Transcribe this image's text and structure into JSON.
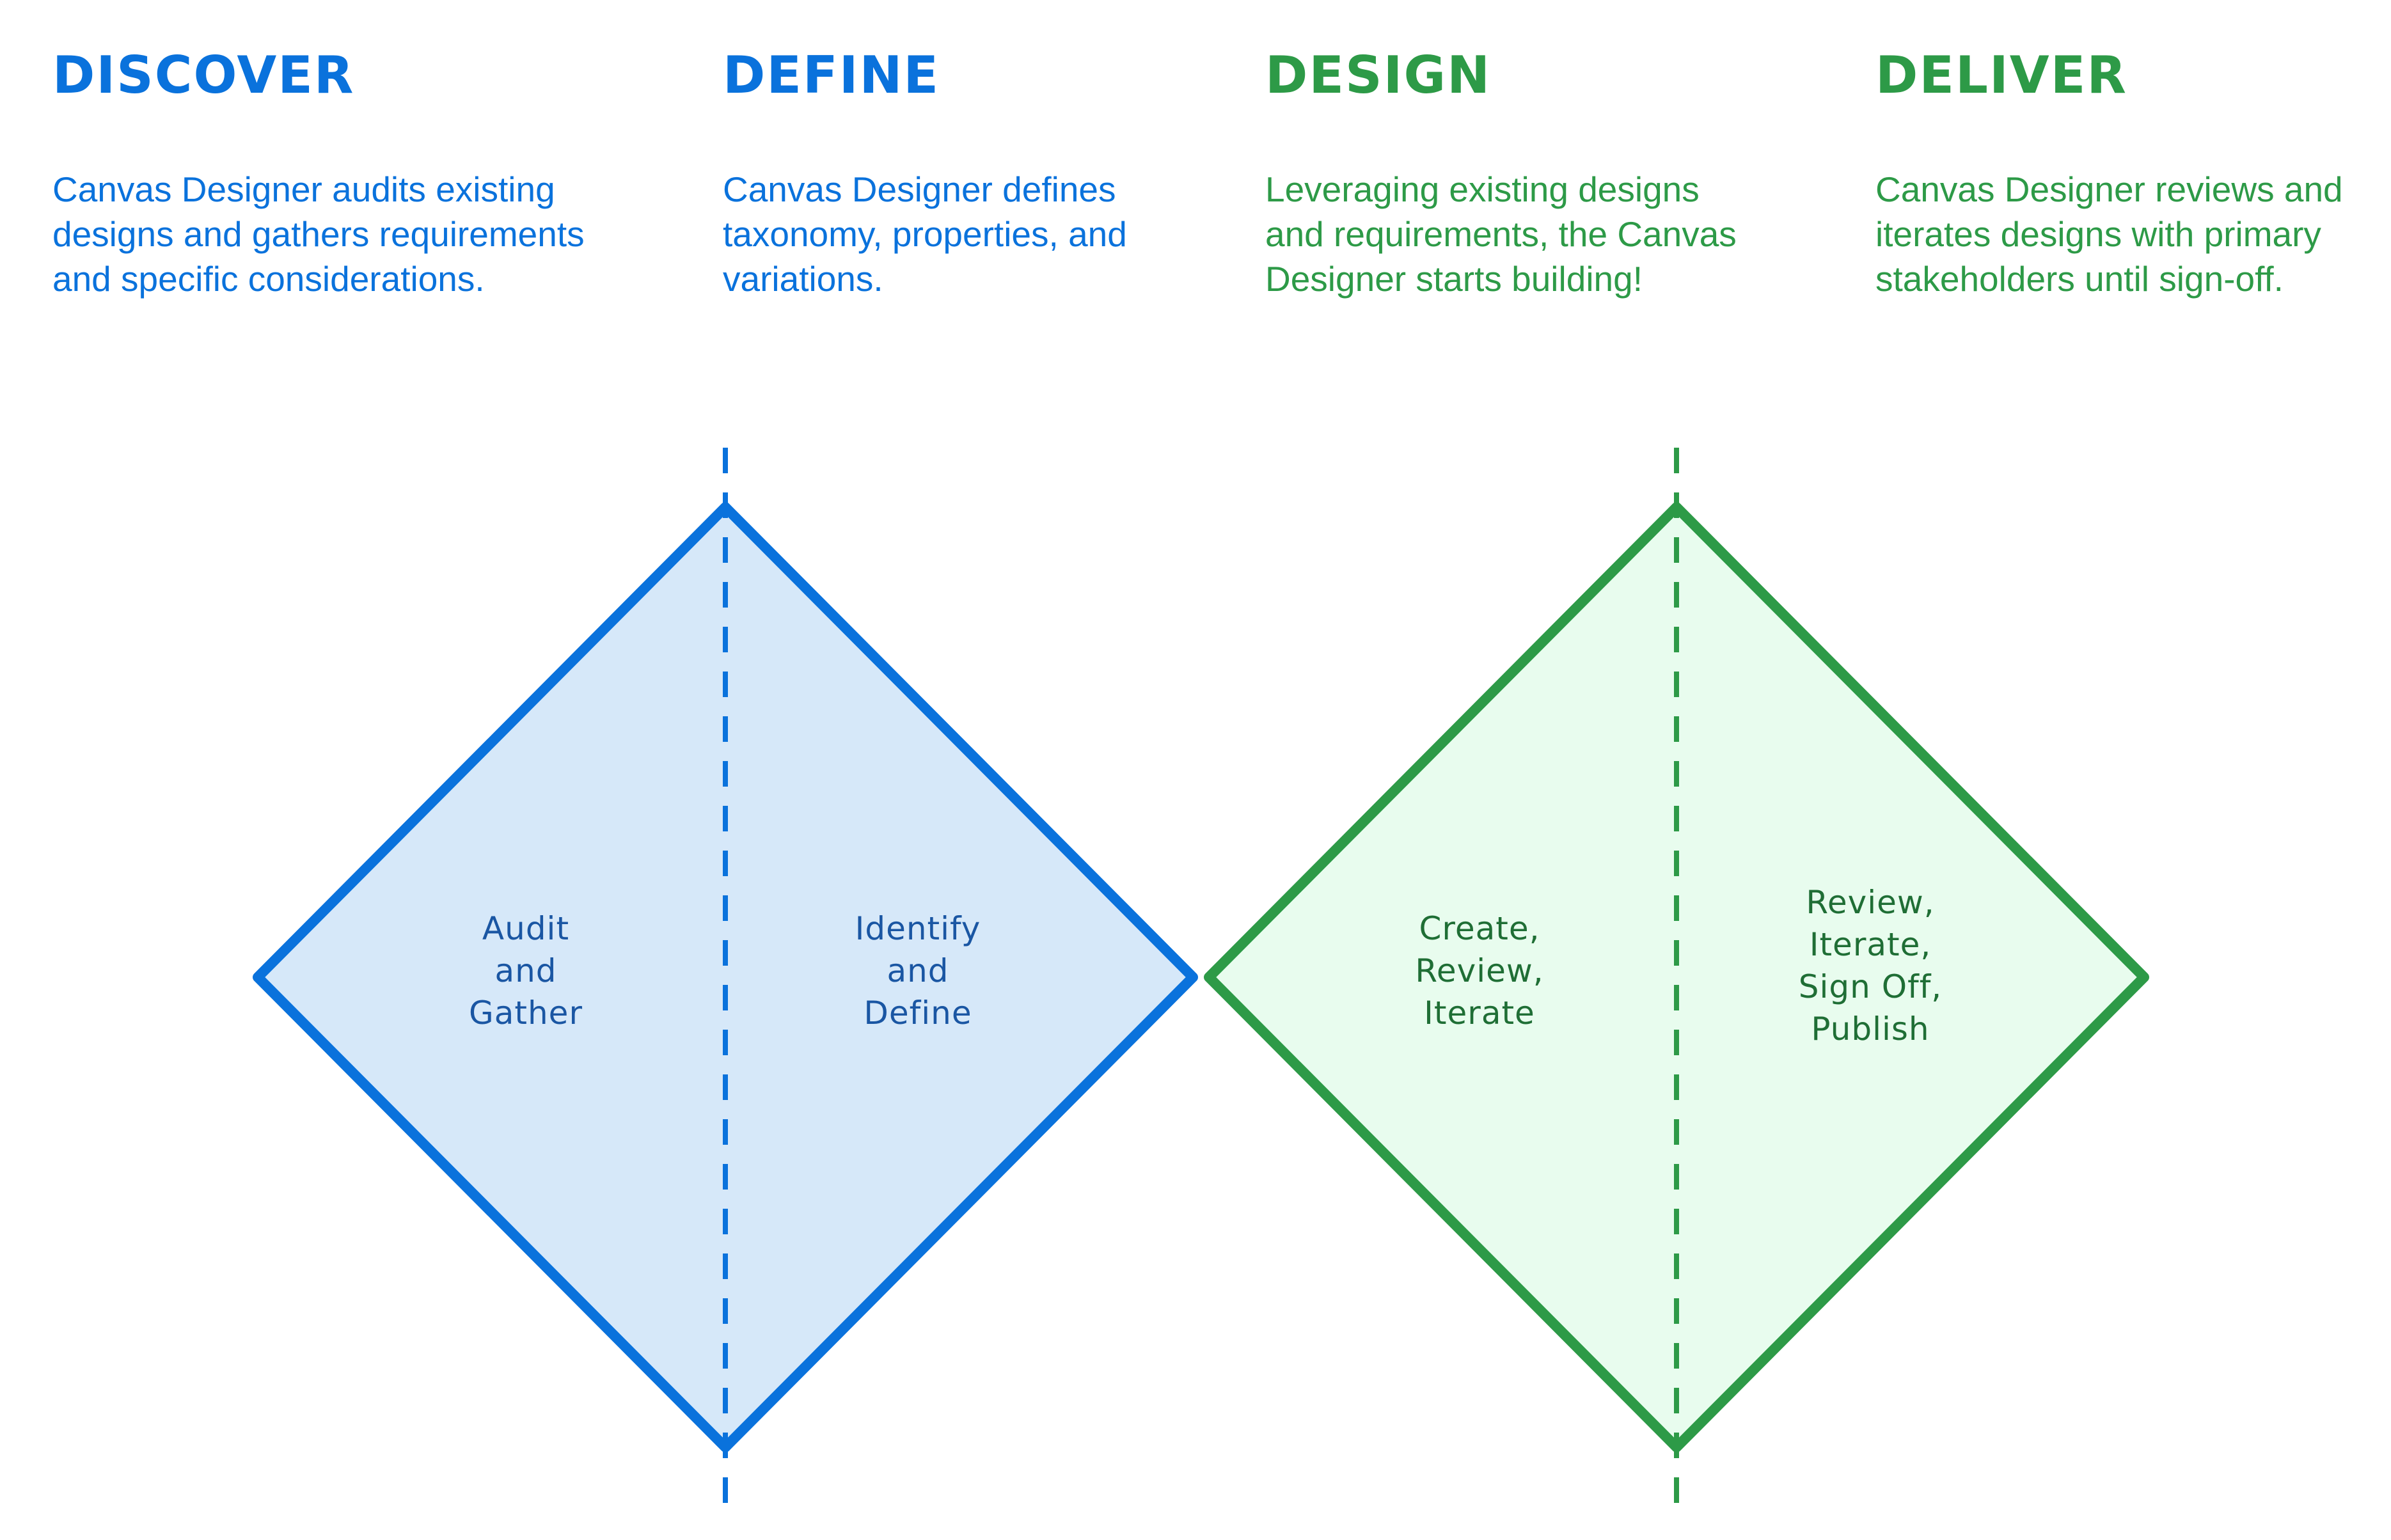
{
  "phases": [
    {
      "title": "DISCOVER",
      "description": "Canvas Designer audits existing\ndesigns and gathers requirements\nand specific considerations."
    },
    {
      "title": "DEFINE",
      "description": "Canvas Designer defines\ntaxonomy, properties, and\nvariations."
    },
    {
      "title": "DESIGN",
      "description": "Leveraging existing designs\nand requirements, the Canvas\nDesigner starts building!"
    },
    {
      "title": "DELIVER",
      "description": "Canvas Designer reviews and\niterates designs with primary\nstakeholders until sign-off."
    }
  ],
  "diamonds": [
    {
      "left_label": "Audit\nand\nGather",
      "right_label": "Identify\nand\nDefine"
    },
    {
      "left_label": "Create,\nReview,\nIterate",
      "right_label": "Review,\nIterate,\nSign Off,\nPublish"
    }
  ],
  "colors": {
    "blue": "#0a72dc",
    "blue_fill": "#d6e8f9",
    "green": "#2d9a47",
    "green_fill": "#e8fcee"
  }
}
